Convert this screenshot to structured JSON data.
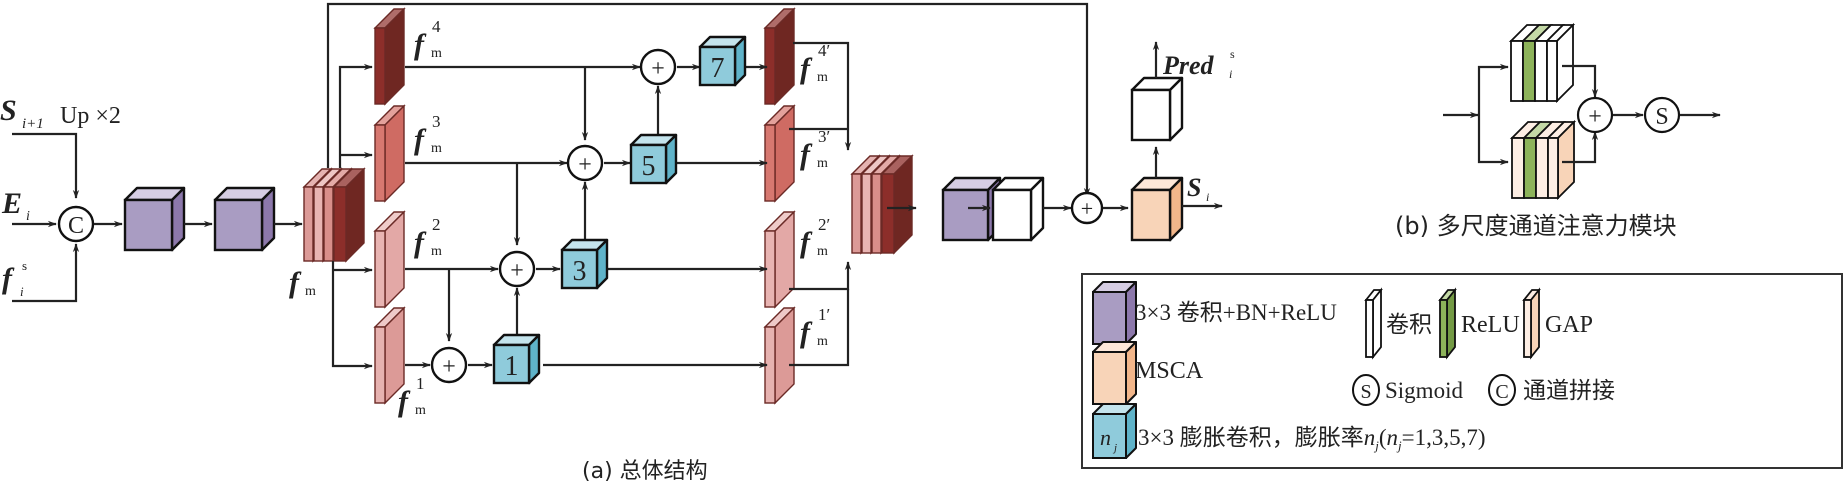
{
  "colors": {
    "conv_bn_relu": "#a99cc2",
    "conv_bn_relu_side": "#8c78ab",
    "conv_bn_relu_top": "#d6cde3",
    "msca": "#f8d4b8",
    "msca_side": "#f2b68a",
    "msca_top": "#fde7d8",
    "dilated": "#8fcbdb",
    "dilated_side": "#5fb3c9",
    "dilated_top": "#c4e4ed",
    "relu_green": "#8db35a",
    "f4": "#8c2e2a",
    "f3": "#cf6b63",
    "f2": "#e8b4b2",
    "f1": "#dc9a97",
    "line": "#222222"
  },
  "inputs": {
    "s_main": "S",
    "s_sub": "i+1",
    "upsample": "Up ×2",
    "e_main": "E",
    "e_sub": "i",
    "f_main": "f",
    "f_sup": "s",
    "f_sub": "i"
  },
  "concat_symbol": "C",
  "fm_label": {
    "main": "f",
    "sub": "m"
  },
  "branches": [
    {
      "sup": "4",
      "sup_out": "4′",
      "dilation": "7"
    },
    {
      "sup": "3",
      "sup_out": "3′",
      "dilation": "5"
    },
    {
      "sup": "2",
      "sup_out": "2′",
      "dilation": "3"
    },
    {
      "sup": "1",
      "sup_out": "1′",
      "dilation": "1"
    }
  ],
  "plus_symbol": "+",
  "outputs": {
    "pred_main": "Pred",
    "pred_sup": "s",
    "pred_sub": "i",
    "s_main": "S",
    "s_sub": "i"
  },
  "captions": {
    "a": "(a) 总体结构",
    "b": "(b) 多尺度通道注意力模块"
  },
  "module_b": {
    "sigmoid_symbol": "S"
  },
  "legend": {
    "conv_bn_relu": "3×3 卷积+BN+ReLU",
    "msca": "MSCA",
    "dilated_icon": "n",
    "dilated_icon_sub": "j",
    "dilated_pre": "3×3 膨胀卷积，膨胀率",
    "dilated_n": "n",
    "dilated_j": "j",
    "dilated_paren_open": "(",
    "dilated_values": "=1,3,5,7)",
    "conv": "卷积",
    "relu": "ReLU",
    "gap": "GAP",
    "sigmoid_symbol": "S",
    "sigmoid": "Sigmoid",
    "concat_symbol": "C",
    "concat": "通道拼接"
  }
}
